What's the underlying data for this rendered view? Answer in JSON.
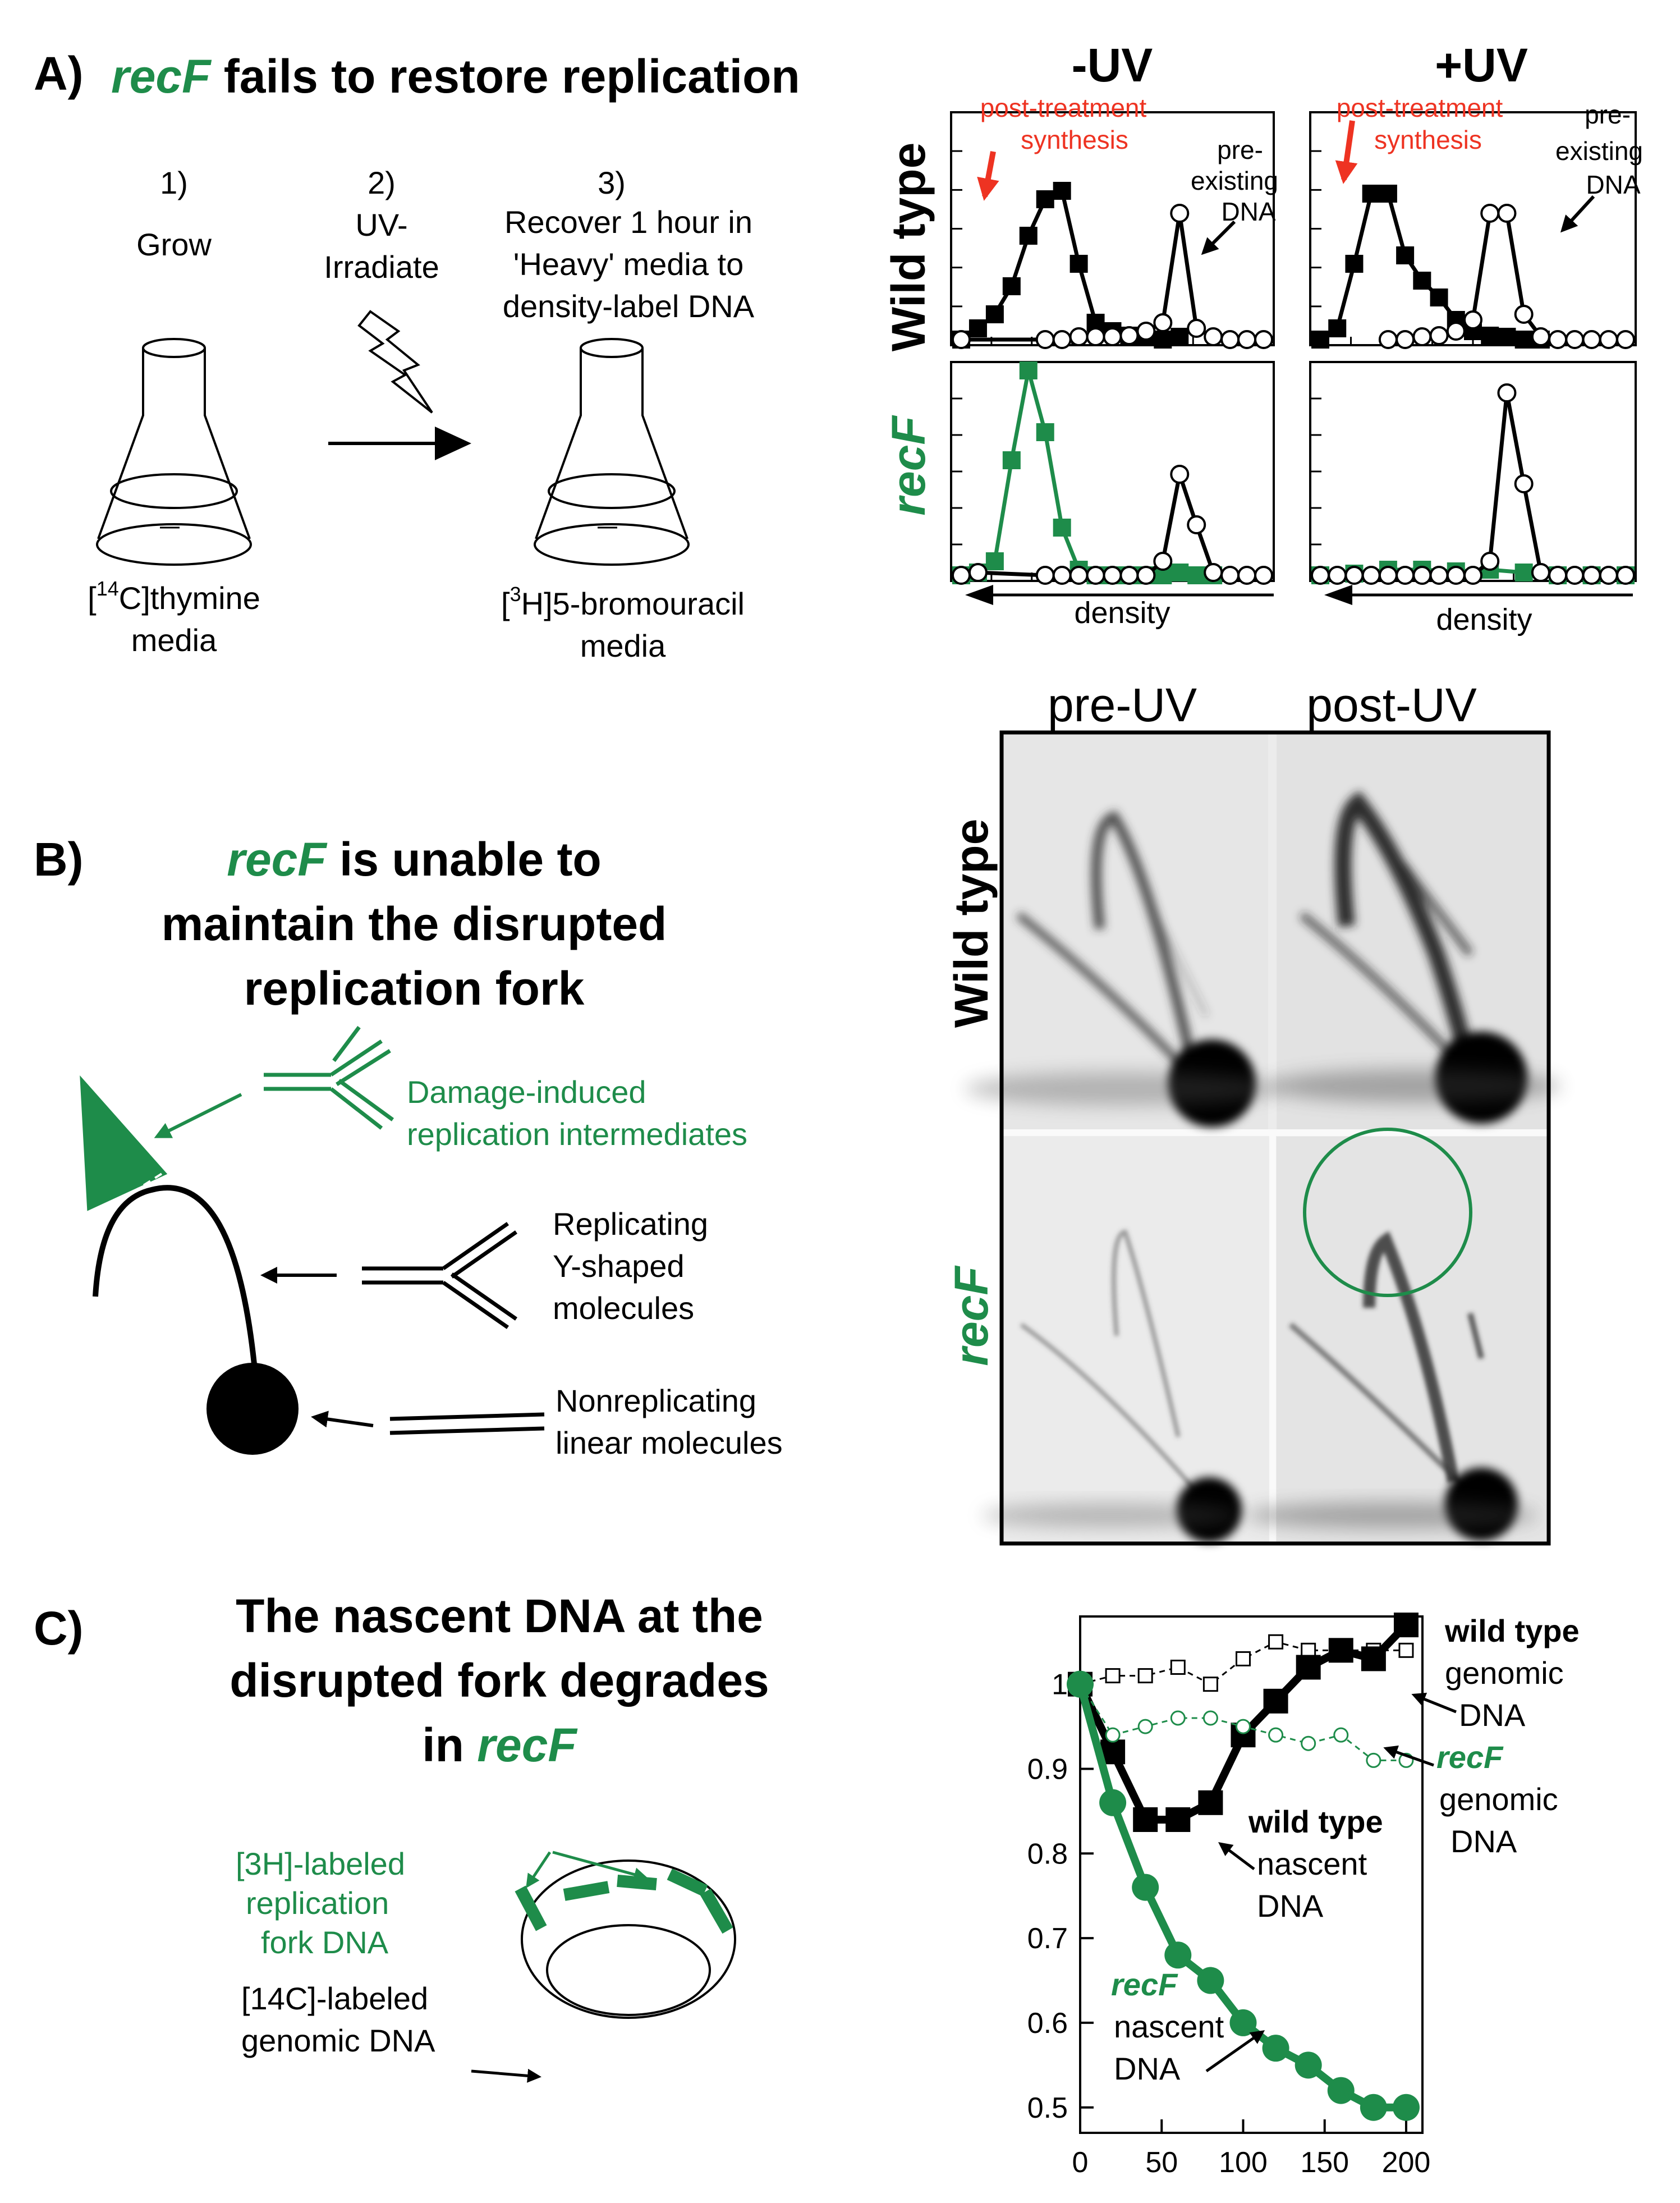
{
  "colors": {
    "green": "#1e8c4a",
    "red": "#ee3322",
    "black": "#000000",
    "grid": "#000000"
  },
  "panel_a": {
    "letter": "A)",
    "title_gene": "recF",
    "title_rest": " fails to restore replication",
    "step1_num": "1)",
    "step1_label": "Grow",
    "step2_num": "2)",
    "step2_line1": "UV-",
    "step2_line2": "Irradiate",
    "step3_num": "3)",
    "step3_line1": "Recover 1 hour in",
    "step3_line2": "'Heavy' media to",
    "step3_line3": "density-label DNA",
    "media1_pre": "[",
    "media1_sup": "14",
    "media1_post": "C]thymine",
    "media1_line2": "media",
    "media2_pre": "[",
    "media2_sup": "3",
    "media2_post": "H]5-bromouracil",
    "media2_line2": "media",
    "col_minus": "-UV",
    "col_plus": "+UV",
    "row_wt": "Wild type",
    "row_recf": "recF",
    "post_line1": "post-treatment",
    "post_line2": "synthesis",
    "pre_line1": "pre-",
    "pre_line2": "existing",
    "pre_line3": "DNA",
    "density": "density"
  },
  "panel_b": {
    "letter": "B)",
    "title_gene": "recF",
    "title_line1_rest": " is unable to",
    "title_line2": "maintain the disrupted",
    "title_line3": "replication fork",
    "green_line1": "Damage-induced",
    "green_line2": "replication intermediates",
    "y_line1": "Replicating",
    "y_line2": "Y-shaped",
    "y_line3": "molecules",
    "lin_line1": "Nonreplicating",
    "lin_line2": "linear molecules",
    "col_pre": "pre-UV",
    "col_post": "post-UV",
    "row_wt": "Wild type",
    "row_recf": "recF"
  },
  "panel_c": {
    "letter": "C)",
    "title_line1": "The nascent DNA at the",
    "title_line2": "disrupted fork degrades",
    "title_line3_pre": "in ",
    "title_gene": "recF",
    "label_h_line1": "[3H]-labeled",
    "label_h_line2": "replication",
    "label_h_line3": "fork DNA",
    "label_c_line1": "[14C]-labeled",
    "label_c_line2": "genomic DNA",
    "wt_gen_1": "wild type",
    "wt_gen_2": "genomic",
    "wt_gen_3": "DNA",
    "recf_gen_1": "recF",
    "recf_gen_2": "genomic",
    "recf_gen_3": "DNA",
    "wt_nas_1": "wild type",
    "wt_nas_2": "nascent",
    "wt_nas_3": "DNA",
    "recf_nas_1": "recF",
    "recf_nas_2": "nascent",
    "recf_nas_3": "DNA"
  },
  "chart_data": {
    "type": "line",
    "xlim": [
      0,
      210
    ],
    "ylim": [
      0.47,
      1.08
    ],
    "x_ticks": [
      0,
      50,
      100,
      150,
      200
    ],
    "y_ticks": [
      0.5,
      0.6,
      0.7,
      0.8,
      0.9,
      1
    ],
    "series": [
      {
        "name": "wild type genomic DNA",
        "color": "#000000",
        "marker": "open-square",
        "x": [
          0,
          20,
          40,
          60,
          80,
          100,
          120,
          140,
          160,
          180,
          200
        ],
        "y": [
          1.0,
          1.01,
          1.01,
          1.02,
          1.0,
          1.03,
          1.05,
          1.04,
          1.04,
          1.04,
          1.04
        ]
      },
      {
        "name": "wild type nascent DNA",
        "color": "#000000",
        "marker": "filled-square",
        "x": [
          0,
          20,
          40,
          60,
          80,
          100,
          120,
          140,
          160,
          180,
          200
        ],
        "y": [
          1.0,
          0.92,
          0.84,
          0.84,
          0.86,
          0.94,
          0.98,
          1.02,
          1.04,
          1.03,
          1.07
        ]
      },
      {
        "name": "recF genomic DNA",
        "color": "#1e8c4a",
        "marker": "open-circle",
        "x": [
          0,
          20,
          40,
          60,
          80,
          100,
          120,
          140,
          160,
          180,
          200
        ],
        "y": [
          1.0,
          0.94,
          0.95,
          0.96,
          0.96,
          0.95,
          0.94,
          0.93,
          0.94,
          0.91,
          0.91
        ]
      },
      {
        "name": "recF nascent DNA",
        "color": "#1e8c4a",
        "marker": "filled-circle",
        "x": [
          0,
          20,
          40,
          60,
          80,
          100,
          120,
          140,
          160,
          180,
          200
        ],
        "y": [
          1.0,
          0.86,
          0.76,
          0.68,
          0.65,
          0.6,
          0.57,
          0.55,
          0.52,
          0.5,
          0.5
        ]
      }
    ]
  }
}
